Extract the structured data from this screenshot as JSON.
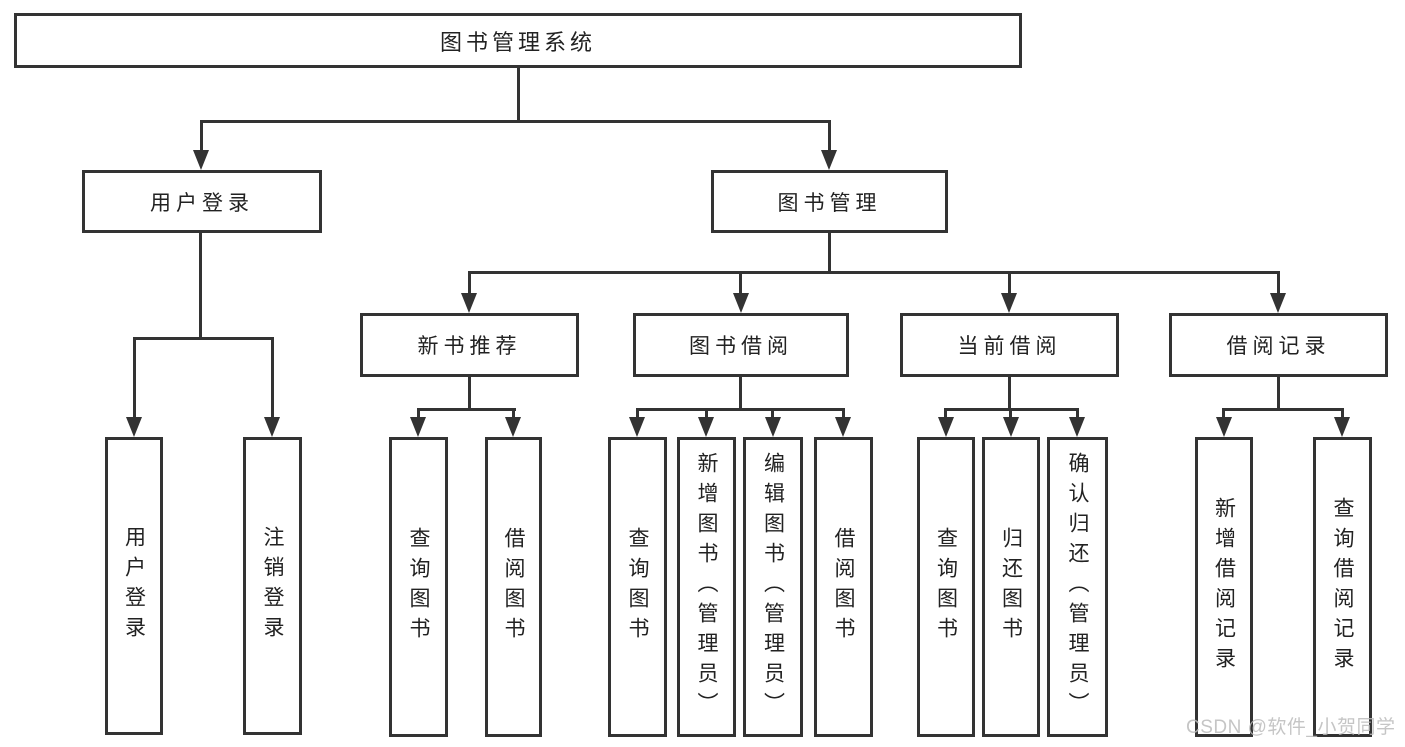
{
  "diagram": {
    "type": "hierarchy-tree",
    "tree": {
      "root": {
        "label": "图书管理系统"
      },
      "branches": [
        {
          "label": "用户登录",
          "children": [
            "用户登录",
            "注销登录"
          ]
        },
        {
          "label": "图书管理",
          "groups": [
            {
              "label": "新书推荐",
              "children": [
                "查询图书",
                "借阅图书"
              ]
            },
            {
              "label": "图书借阅",
              "children": [
                "查询图书",
                "新增图书（管理员）",
                "编辑图书（管理员）",
                "借阅图书"
              ]
            },
            {
              "label": "当前借阅",
              "children": [
                "查询图书",
                "归还图书",
                "确认归还（管理员）"
              ]
            },
            {
              "label": "借阅记录",
              "children": [
                "新增借阅记录",
                "查询借阅记录"
              ]
            }
          ]
        }
      ]
    },
    "watermark": "CSDN @软件_小贺同学",
    "colors": {
      "line": "#333333",
      "text": "#222222",
      "background": "#ffffff",
      "watermark": "#bcbcbc"
    }
  }
}
